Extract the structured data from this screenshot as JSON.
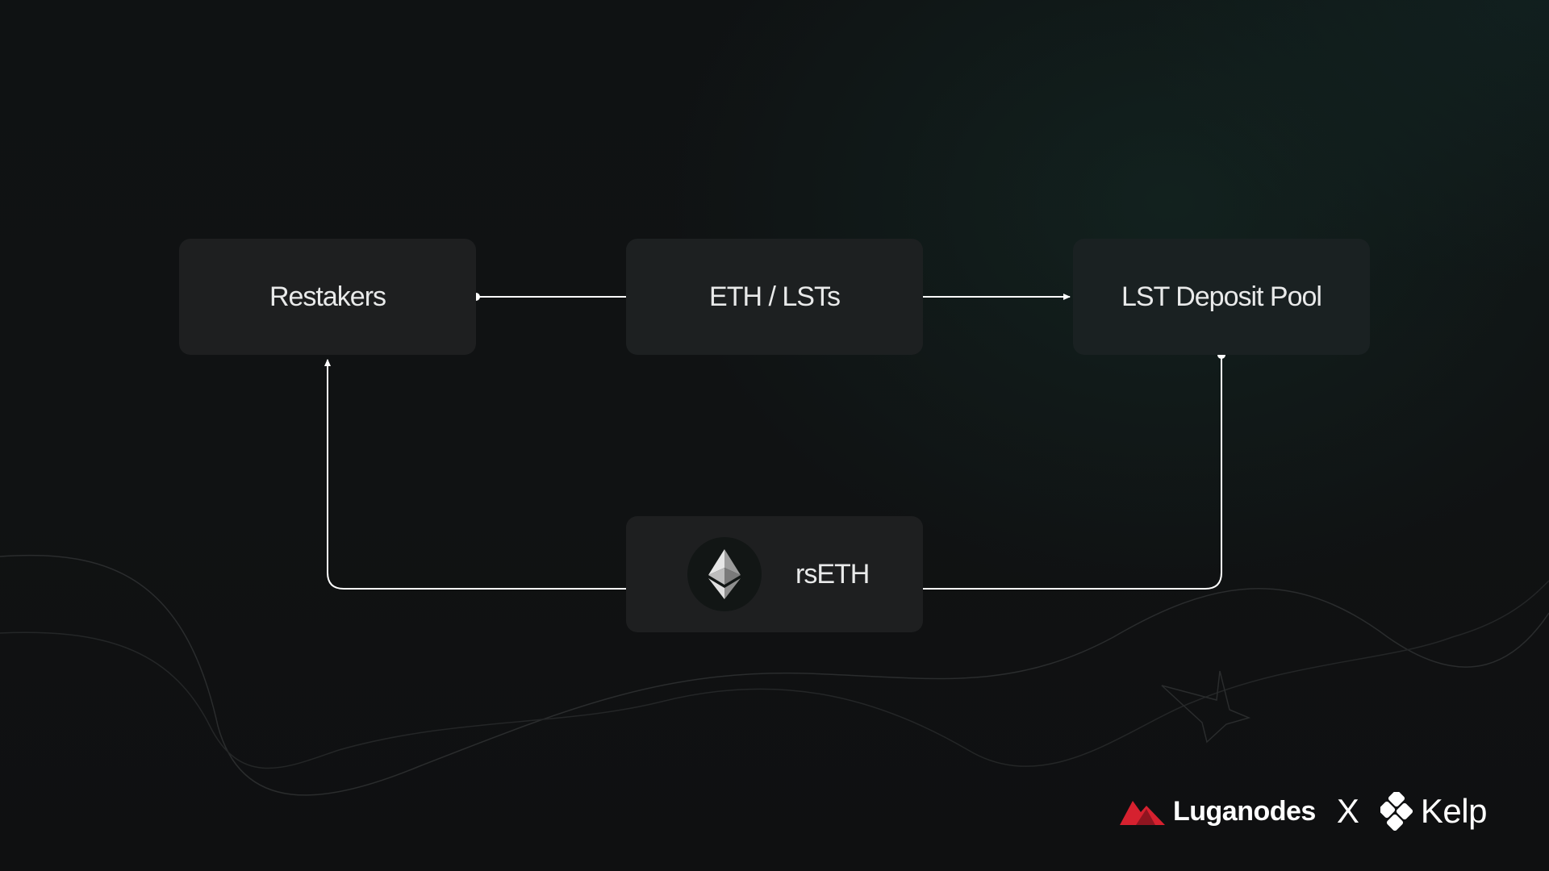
{
  "nodes": {
    "restakers": "Restakers",
    "eth_lsts": "ETH / LSTs",
    "lst_deposit_pool": "LST Deposit Pool",
    "rseth": "rsETH"
  },
  "brand": {
    "luganodes": "Luganodes",
    "separator": "X",
    "kelp": "Kelp"
  },
  "icons": {
    "token": "ethereum-diamond-icon",
    "luganodes_logo": "mountain-peaks-logo-icon",
    "kelp_logo": "kelp-knot-logo-icon"
  },
  "colors": {
    "background": "#0f1112",
    "box": "#1e1f20",
    "line": "#ffffff",
    "luganodes_red": "#d6212f"
  }
}
